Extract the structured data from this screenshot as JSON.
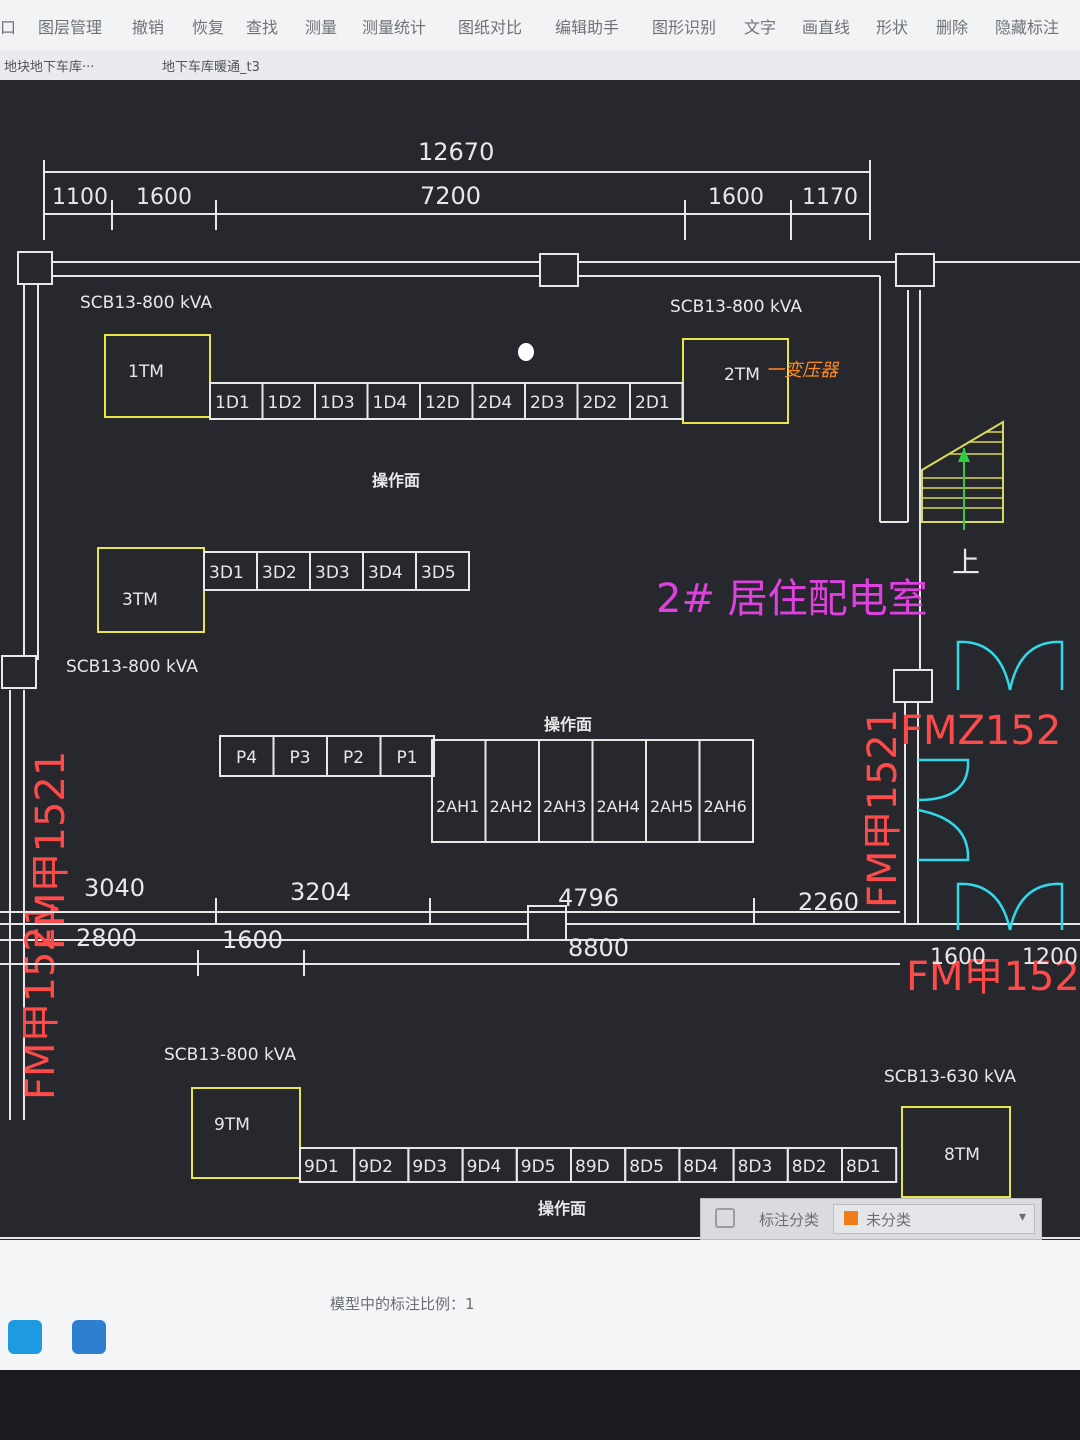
{
  "toolbar": {
    "items": [
      "口",
      "图层管理",
      "撤销",
      "恢复",
      "查找",
      "测量",
      "测量统计",
      "图纸对比",
      "编辑助手",
      "图形识别",
      "文字",
      "画直线",
      "形状",
      "删除",
      "隐藏标注"
    ]
  },
  "tabs": [
    "地块地下车库···",
    "地下车库暖通_t3"
  ],
  "drawing": {
    "dims_top": {
      "total": "12670",
      "segments": [
        "1100",
        "1600",
        "7200",
        "1600",
        "1170"
      ]
    },
    "transformers": {
      "tm1": {
        "label": "1TM",
        "spec": "SCB13-800 kVA"
      },
      "tm2": {
        "label": "2TM",
        "spec": "SCB13-800 kVA",
        "note": "一变压器"
      },
      "tm3": {
        "label": "3TM",
        "spec": "SCB13-800 kVA"
      },
      "tm9": {
        "label": "9TM",
        "spec": "SCB13-800 kVA"
      },
      "tm8": {
        "label": "8TM",
        "spec": "SCB13-630 kVA"
      }
    },
    "row1_cabinets": [
      "1D1",
      "1D2",
      "1D3",
      "1D4",
      "12D",
      "2D4",
      "2D3",
      "2D2",
      "2D1"
    ],
    "row3_cabinets": [
      "3D1",
      "3D2",
      "3D3",
      "3D4",
      "3D5"
    ],
    "p_cabinets": [
      "P4",
      "P3",
      "P2",
      "P1"
    ],
    "ah_cabinets": [
      "2AH1",
      "2AH2",
      "2AH3",
      "2AH4",
      "2AH5",
      "2AH6"
    ],
    "row9_cabinets": [
      "9D1",
      "9D2",
      "9D3",
      "9D4",
      "9D5",
      "89D",
      "8D5",
      "8D4",
      "8D3",
      "8D2",
      "8D1"
    ],
    "operation_labels": [
      "操作面",
      "操作面",
      "操作面"
    ],
    "room_name": "2# 居住配电室",
    "stair_label": "上",
    "door_labels": {
      "left_vertical": "FM甲1521",
      "left_vertical2": "FM甲1521",
      "right_top": "FMZ152",
      "right_vertical": "FM甲1521",
      "bottom_right": "FM甲152"
    },
    "dims_mid": {
      "upper": [
        "3040",
        "3204",
        "4796",
        "2260"
      ],
      "lower": [
        "2800",
        "1600",
        "8800"
      ],
      "right": [
        "1600",
        "1200"
      ]
    }
  },
  "filter": {
    "label": "标注分类",
    "value": "未分类"
  },
  "status": {
    "scale_text": "模型中的标注比例：1"
  },
  "colors": {
    "canvas": "#26282d",
    "line": "#e8e8e8",
    "transformer": "#e6e64a",
    "room_label": "#e040e0",
    "door_label": "#ff4a4a",
    "door": "#30d8e8",
    "note": "#ff8a1e",
    "stair": "#d8d85a",
    "stair_arrow": "#2ecc40"
  }
}
